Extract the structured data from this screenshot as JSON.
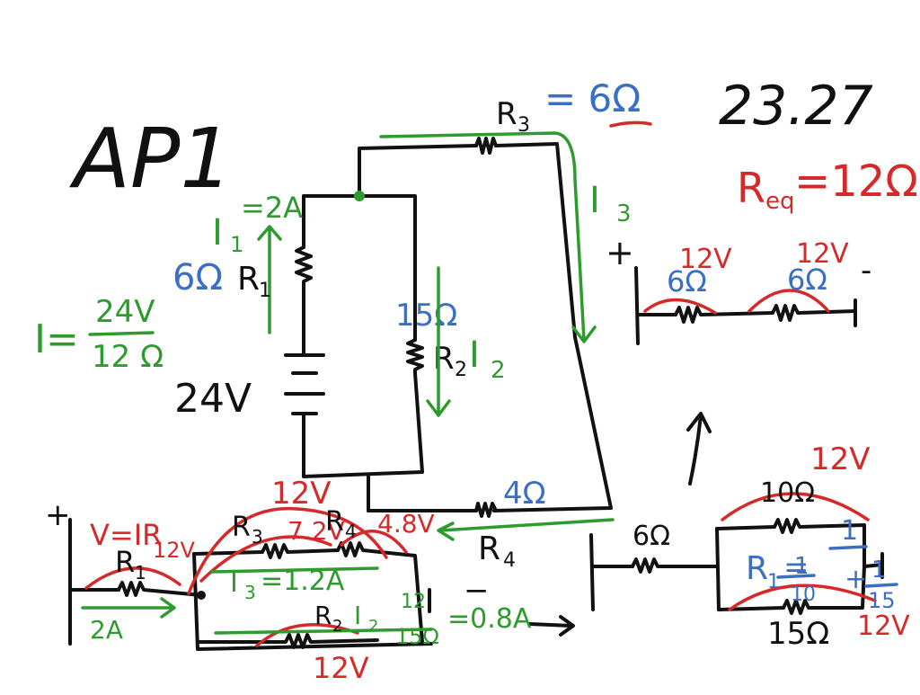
{
  "colors": {
    "ink": "#111111",
    "green": "#2e9b2e",
    "red": "#d42a2a",
    "blue": "#3b6fc4"
  },
  "title": "AP1",
  "problem_number": "23.27",
  "r3_label": "R",
  "r3_sub": "3",
  "r3_value": "= 6Ω",
  "req_label": "R",
  "req_sub": "eq",
  "req_value": "=12Ω",
  "i1_label": "I",
  "i1_sub": "1",
  "i1_value": "=2A",
  "i3_label": "I",
  "i3_sub": "3",
  "i2_label": "I",
  "i2_sub": "2",
  "r1_value": "6Ω",
  "r1_label": "R",
  "r1_sub": "1",
  "r2_value": "15Ω",
  "r2_label": "R",
  "r2_sub": "2",
  "battery": "24V",
  "ohms_num_lhs": "I=",
  "ohms_num": "24V",
  "ohms_den": "12 Ω",
  "r4_value": "4Ω",
  "r4_label": "R",
  "r4_sub": "4",
  "right_series": {
    "plus": "+",
    "minus": "-",
    "v_left": "12V",
    "v_right": "12V",
    "r_left": "6Ω",
    "r_right": "6Ω"
  },
  "parallel": {
    "v_top": "12V",
    "r_top": "10Ω",
    "r_series": "6Ω",
    "r_bottom": "15Ω",
    "v_bottom": "12V",
    "formula_lhs": "R",
    "formula_sub": "1",
    "formula_eq": "=",
    "num": "1",
    "den_a": "1",
    "den_b": "10",
    "plus": "+",
    "den_c": "1",
    "den_d": "15"
  },
  "bottom": {
    "plus": "+",
    "minus": "−",
    "vir": "V=IR",
    "r1": "R",
    "r1_sub": "1",
    "r1_v": "12V",
    "current": "2A",
    "v_top": "12V",
    "r3": "R",
    "r3_sub": "3",
    "r3_v": "7.2V",
    "r4": "R",
    "r4_sub": "4",
    "r4_v": "4.8V",
    "i3": "I",
    "i3_sub": "3",
    "i3_val": "=1.2A",
    "r2": "R",
    "r2_sub": "2",
    "i2": "I",
    "i2_sub": "2",
    "i2_num": "12",
    "i2_den": "15Ω",
    "i2_val": "=0.8A",
    "v_bottom": "12V"
  }
}
